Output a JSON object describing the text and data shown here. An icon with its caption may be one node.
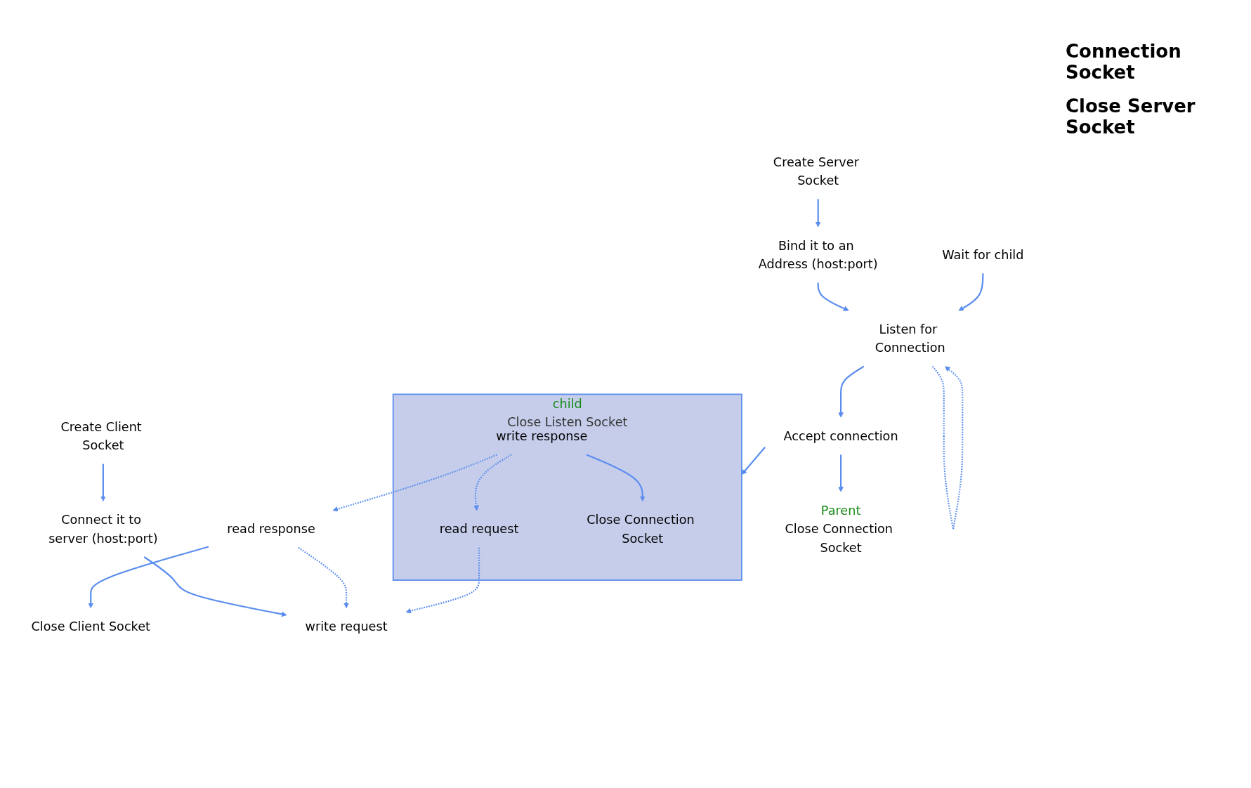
{
  "diagram": {
    "nodes": [
      {
        "text": [
          "Create Server Socket"
        ]
      },
      {
        "text": [
          "Bind it to an Address (host:port)"
        ]
      },
      {
        "text": [
          "Listen for Connection"
        ]
      },
      {
        "text": [
          "Accept connection"
        ]
      },
      {
        "text": [
          "Create Client Socket"
        ]
      },
      {
        "text": [
          "Connect it to server (host:port)"
        ]
      },
      {
        "text": [
          "write request"
        ]
      },
      {
        "text": [
          "read response"
        ]
      },
      {
        "text": [
          "Close Client Socket"
        ]
      },
      {
        "text": [
          "Close Listen Socket"
        ],
        "beside": [
          "child"
        ]
      },
      {
        "text": [
          "read request"
        ],
        "in": 9
      },
      {
        "text": [
          "write response"
        ],
        "in": 9
      },
      {
        "text": [
          "Close Connection Socket"
        ],
        "in": 9
      },
      {
        "text": [
          "Close Connection Socket"
        ],
        "beside": [
          "Parent"
        ]
      },
      {
        "text": [
          "Wait for child"
        ]
      }
    ],
    "edges": [
      {
        "from": 0,
        "to": 1,
        "arrow": "to"
      },
      {
        "from": 1,
        "to": 2,
        "arrow": "to"
      },
      {
        "from": 2,
        "to": 2,
        "arrow": "to",
        "style": "dashed"
      },
      {
        "from": 2,
        "to": 3,
        "arrow": "to"
      },
      {
        "from": 3,
        "to": 9,
        "arrow": "to"
      },
      {
        "from": 3,
        "to": 13,
        "arrow": "to"
      },
      {
        "from": 14,
        "to": 2,
        "arrow": "to"
      },
      {
        "from": 4,
        "to": 5,
        "arrow": "to"
      },
      {
        "from": 5,
        "to": 6,
        "arrow": "to"
      },
      {
        "from": 7,
        "to": 6,
        "arrow": "to",
        "style": "dashed"
      },
      {
        "from": 7,
        "to": 8,
        "arrow": "to"
      },
      {
        "from": 11,
        "to": 10,
        "arrow": "to",
        "style": "dashed"
      },
      {
        "from": 11,
        "to": 12,
        "arrow": "to"
      },
      {
        "from": 10,
        "to": 6,
        "arrow": "to",
        "style": "dashed"
      },
      {
        "from": 11,
        "to": 7,
        "arrow": "to",
        "style": "dashed"
      }
    ],
    "labels": [
      "Connection Socket",
      "Close Server Socket"
    ]
  }
}
